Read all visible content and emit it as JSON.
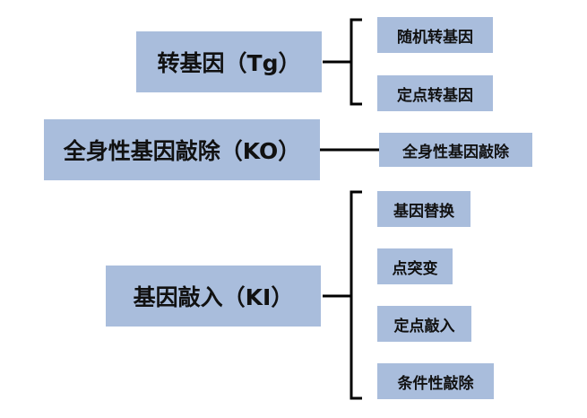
{
  "colors": {
    "box_fill": "#a9bddc",
    "line": "#000000",
    "text": "#111111"
  },
  "groups": [
    {
      "name": "转基因（Tg）",
      "children": [
        "随机转基因",
        "定点转基因"
      ]
    },
    {
      "name": "全身性基因敲除（KO）",
      "children": [
        "全身性基因敲除"
      ]
    },
    {
      "name": "基因敲入（KI）",
      "children": [
        "基因替换",
        "点突变",
        "定点敲入",
        "条件性敲除"
      ]
    }
  ]
}
